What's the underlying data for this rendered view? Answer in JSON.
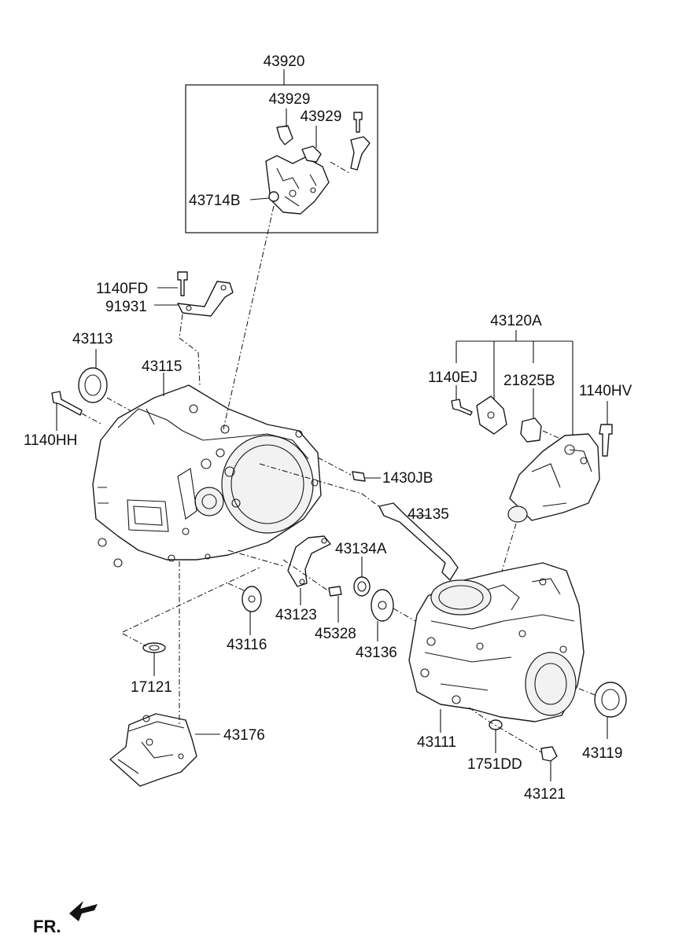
{
  "diagram": {
    "labels": {
      "p43920": "43920",
      "p43929a": "43929",
      "p43929b": "43929",
      "p43714B": "43714B",
      "p1140FD": "1140FD",
      "p91931": "91931",
      "p43113": "43113",
      "p43115": "43115",
      "p1140HH": "1140HH",
      "p43120A": "43120A",
      "p1140EJ": "1140EJ",
      "p21825B": "21825B",
      "p1140HV": "1140HV",
      "p1430JB": "1430JB",
      "p43135": "43135",
      "p43134A": "43134A",
      "p43123": "43123",
      "p45328": "45328",
      "p43116": "43116",
      "p43136": "43136",
      "p17121": "17121",
      "p43176": "43176",
      "p43111": "43111",
      "p1751DD": "1751DD",
      "p43119": "43119",
      "p43121": "43121"
    },
    "orientation_label": "FR."
  }
}
